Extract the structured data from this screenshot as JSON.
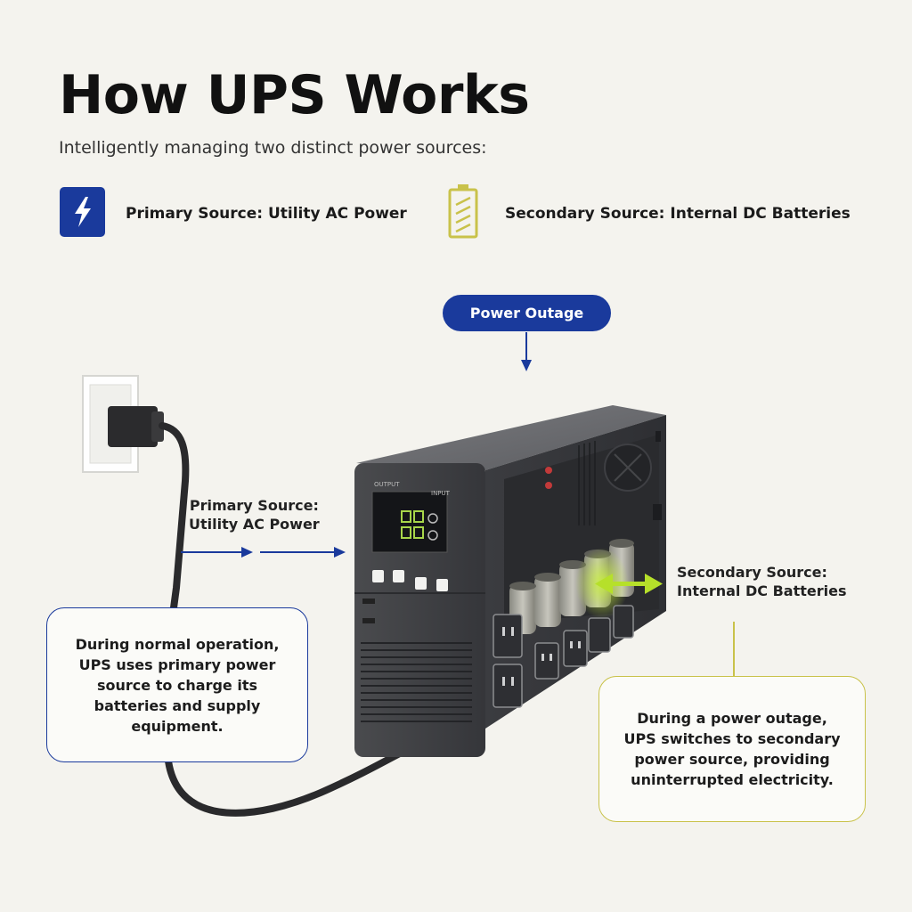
{
  "header": {
    "title": "How UPS Works",
    "subtitle": "Intelligently managing two distinct power sources:"
  },
  "legend": {
    "primary": {
      "label": "Primary Source: Utility AC Power",
      "icon": "lightning-bolt-icon",
      "color": "#1a3a9c"
    },
    "secondary": {
      "label": "Secondary Source: Internal DC Batteries",
      "icon": "battery-icon",
      "color": "#c9c24a"
    }
  },
  "diagram": {
    "outage_pill": "Power Outage",
    "primary_callout": [
      "Primary Source:",
      "Utility AC Power"
    ],
    "secondary_callout": [
      "Secondary Source:",
      "Internal DC Batteries"
    ],
    "normal_box": [
      "During normal operation,",
      "UPS uses primary power",
      "source to charge its",
      "batteries and supply",
      "equipment."
    ],
    "outage_box": [
      "During a power outage,",
      "UPS switches to secondary",
      "power source, providing",
      "uninterrupted electricity."
    ],
    "device_labels": {
      "output": "OUTPUT",
      "input": "INPUT"
    }
  },
  "colors": {
    "blue": "#1a3a9c",
    "yellow": "#c9c24a",
    "green": "#b6e02a",
    "background": "#f4f3ee"
  }
}
